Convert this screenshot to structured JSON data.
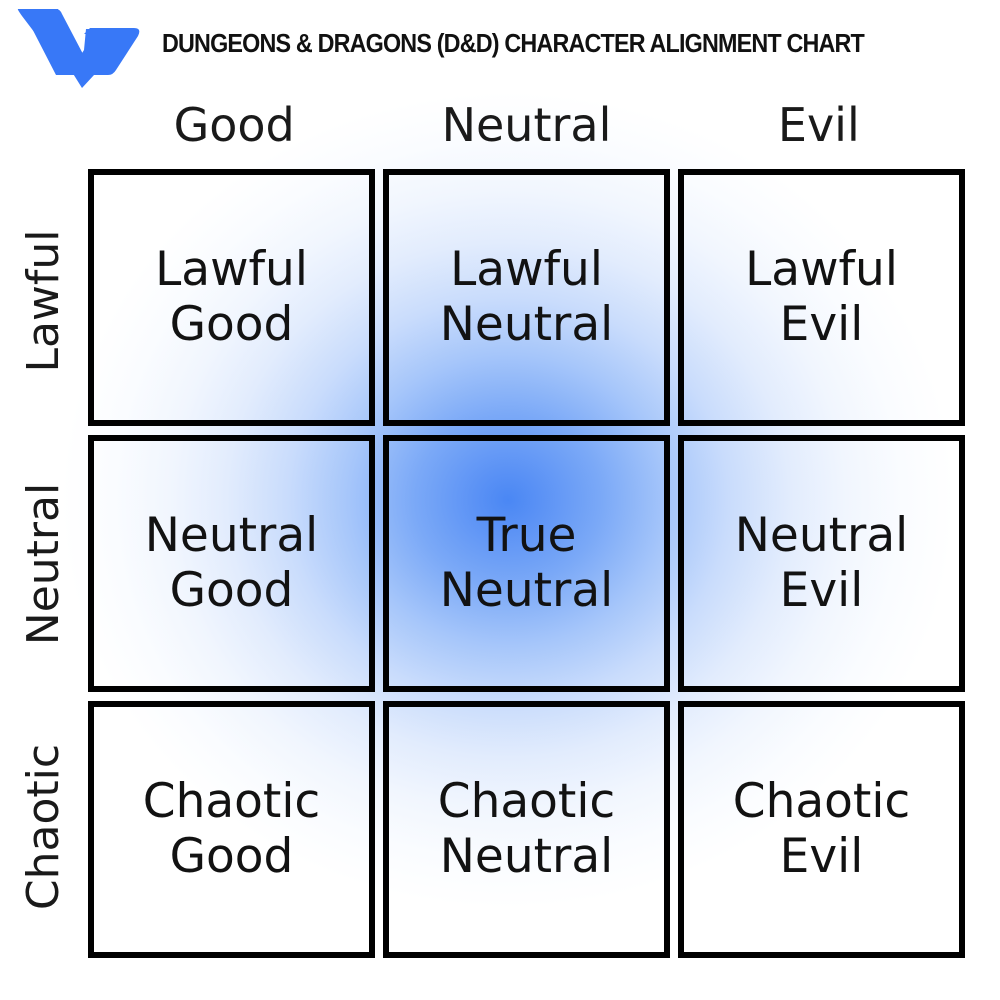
{
  "header": {
    "title": "DUNGEONS & DRAGONS (D&D) CHARACTER ALIGNMENT CHART",
    "logo_name": "venngage-v-logo",
    "logo_color": "#3878f7"
  },
  "theme": {
    "accent": "#3878f7",
    "gradient_center": "#4a87f4",
    "gradient_edge": "#ffffff",
    "border": "#000000",
    "text": "#121212",
    "background": "#ffffff"
  },
  "chart_data": {
    "type": "table",
    "title": "DUNGEONS & DRAGONS (D&D) CHARACTER ALIGNMENT CHART",
    "xlabel": "",
    "ylabel": "",
    "columns": [
      "Good",
      "Neutral",
      "Evil"
    ],
    "rows": [
      "Lawful",
      "Neutral",
      "Chaotic"
    ],
    "cells": [
      [
        "Lawful\nGood",
        "Lawful\nNeutral",
        "Lawful\nEvil"
      ],
      [
        "Neutral\nGood",
        "True\nNeutral",
        "Neutral\nEvil"
      ],
      [
        "Chaotic\nGood",
        "Chaotic\nNeutral",
        "Chaotic\nEvil"
      ]
    ],
    "highlight": {
      "row": "Neutral",
      "column": "Neutral",
      "label": "True Neutral",
      "note": "radial blue gradient strongest at the center cell, fading to white at the outer corners"
    },
    "legend": [],
    "grid": true
  }
}
